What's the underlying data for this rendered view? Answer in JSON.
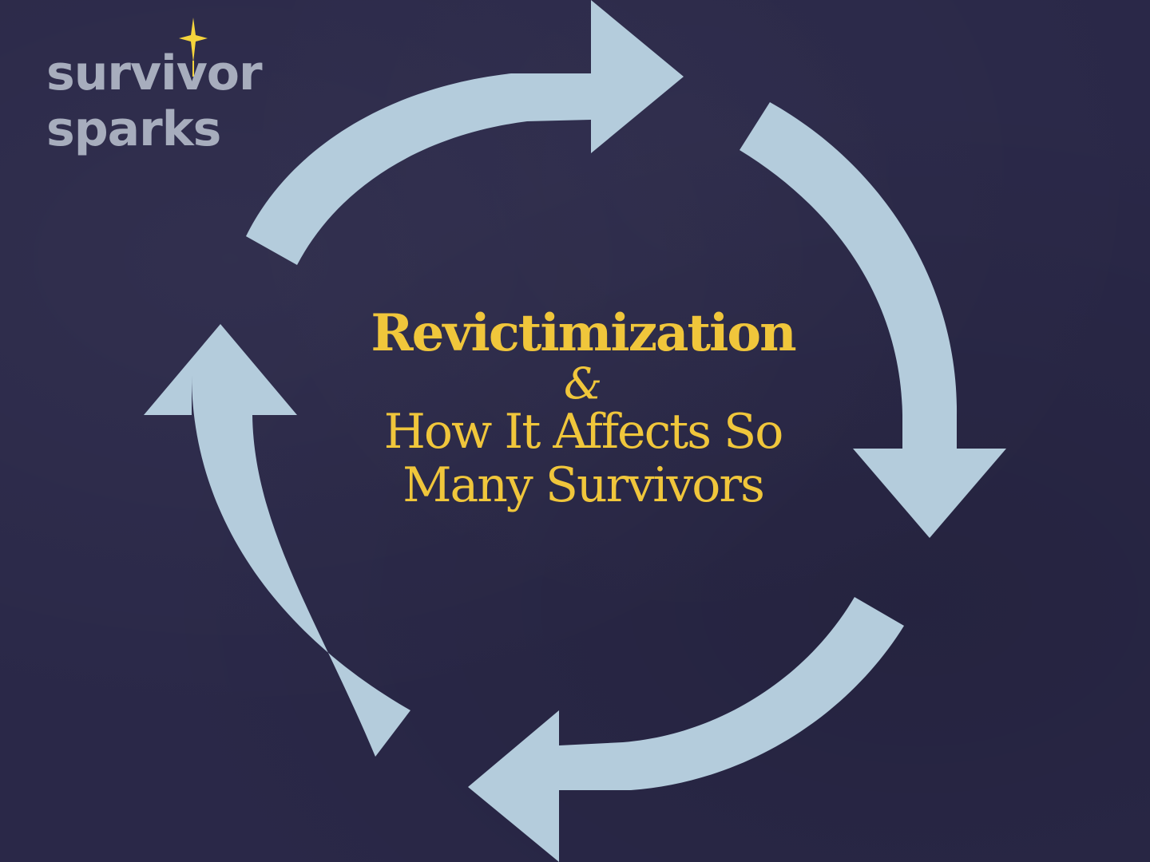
{
  "logo": {
    "line1": "survivor",
    "line2": "sparks",
    "star_color": "#f5d43c"
  },
  "title": {
    "main": "Revictimization",
    "amp": "&",
    "sub_line1": "How It Affects So",
    "sub_line2": "Many Survivors"
  },
  "colors": {
    "background": "#2a2848",
    "arrows": "#b4ccdc",
    "title_text": "#f0c63b",
    "logo_text": "#a7adbd"
  },
  "icons": [
    "cycle-arrow-icon",
    "sparkle-star-icon"
  ]
}
